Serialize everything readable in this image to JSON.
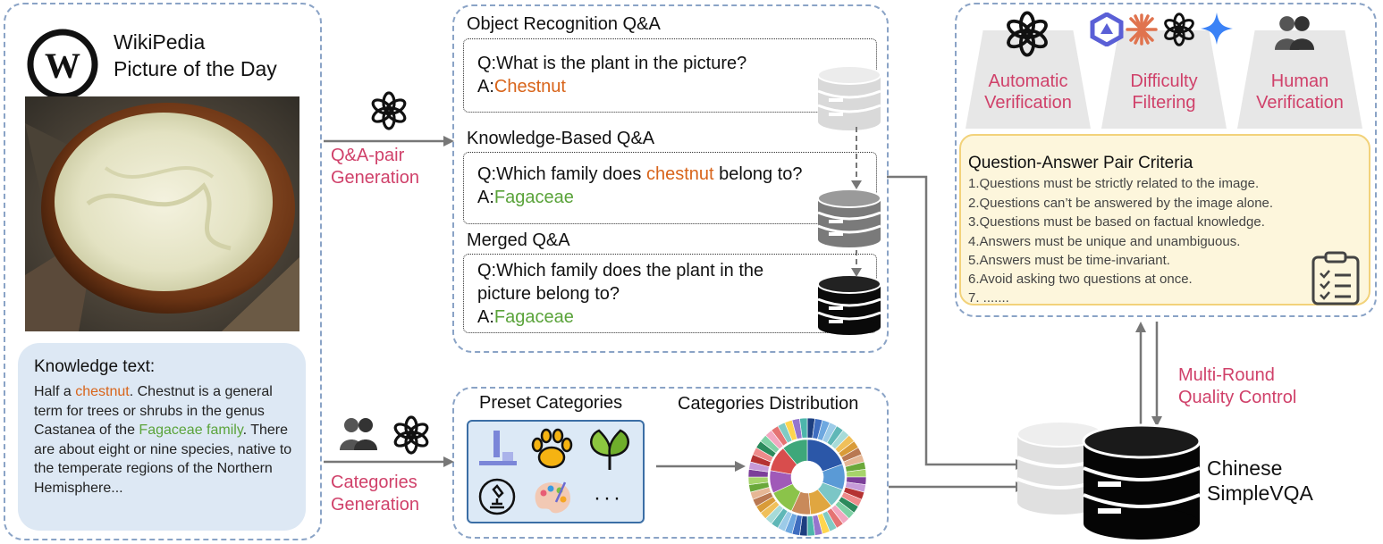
{
  "source_panel": {
    "title_line1": "WikiPedia",
    "title_line2": "Picture of the Day",
    "knowledge_title": "Knowledge text:",
    "knowledge_text": {
      "part1": "Half a ",
      "highlight1": "chestnut",
      "part2": ". Chestnut is a general term for trees or shrubs in the genus Castanea of the ",
      "highlight2": "Fagaceae family",
      "part3": ". There are about eight or nine species, native to the temperate regions of the Northern Hemisphere..."
    }
  },
  "steps": {
    "qa_generation": {
      "line1": "Q&A-pair",
      "line2": "Generation"
    },
    "categories_generation": {
      "line1": "Categories",
      "line2": "Generation"
    },
    "quality_control": {
      "line1": "Multi-Round",
      "line2": "Quality Control"
    }
  },
  "qa_panel": {
    "object_header": "Object Recognition Q&A",
    "object_q": "Q:What is the plant in the picture?",
    "object_a_prefix": "A:",
    "object_a": "Chestnut",
    "knowledge_header": "Knowledge-Based Q&A",
    "knowledge_q_part1": "Q:Which family does ",
    "knowledge_q_highlight": "chestnut",
    "knowledge_q_part2": " belong to?",
    "knowledge_a_prefix": "A:",
    "knowledge_a": "Fagaceae",
    "merged_header": "Merged Q&A",
    "merged_q_line1": "Q:Which family does the plant in the",
    "merged_q_line2": "picture belong to?",
    "merged_a_prefix": "A:",
    "merged_a": "Fagaceae"
  },
  "category_panel": {
    "preset_title": "Preset Categories",
    "distribution_title": "Categories Distribution",
    "more": "···"
  },
  "verification": {
    "automatic": {
      "line1": "Automatic",
      "line2": "Verification"
    },
    "difficulty": {
      "line1": "Difficulty",
      "line2": "Filtering"
    },
    "human": {
      "line1": "Human",
      "line2": "Verification"
    },
    "criteria_title": "Question-Answer Pair Criteria",
    "criteria": [
      "1.Questions must be strictly related to the image.",
      "2.Questions can’t be answered by the image alone.",
      "3.Questions must be based on factual knowledge.",
      "4.Answers must be unique and unambiguous.",
      "5.Answers must be time-invariant.",
      "6.Avoid asking two questions at once.",
      "7. ......."
    ]
  },
  "output": {
    "line1": "Chinese",
    "line2": "SimpleVQA"
  },
  "colors": {
    "dash_border": "#8aa3c6",
    "orange_highlight": "#d8641a",
    "green_highlight": "#5aa33a",
    "pink_label": "#d0416a",
    "criteria_bg": "#fdf6dc",
    "knowledge_bg": "#dde8f4"
  },
  "icons": [
    "wikipedia-logo-icon",
    "openai-icon",
    "user-group-icon",
    "database-icon",
    "clipboard-checklist-icon",
    "qwen-icon",
    "claude-icon",
    "gemini-icon",
    "chemistry-icon",
    "paw-icon",
    "leaf-icon",
    "microscope-icon",
    "palette-icon"
  ]
}
